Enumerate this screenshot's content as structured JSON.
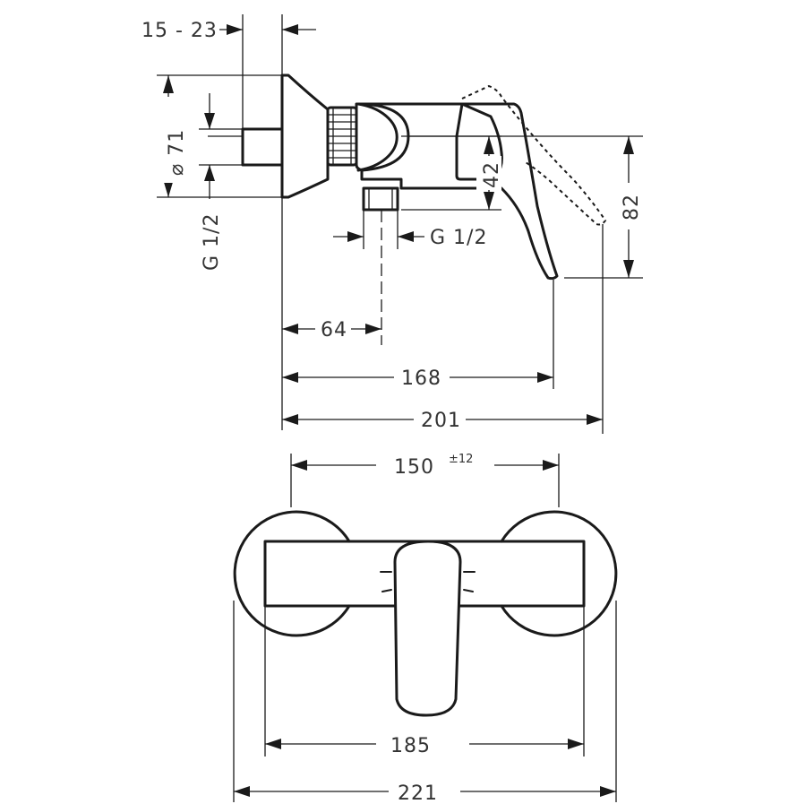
{
  "dimensions": {
    "wall_thickness": "15 - 23",
    "diameter": "⌀ 71",
    "inlet_thread_side": "G 1/2",
    "outlet_thread": "G 1/2",
    "lever_height": "42",
    "total_height": "82",
    "outlet_offset": "64",
    "lever_depth": "168",
    "total_depth": "201",
    "center_distance": "150",
    "center_tolerance": "±12",
    "body_width": "185",
    "total_width": "221"
  }
}
